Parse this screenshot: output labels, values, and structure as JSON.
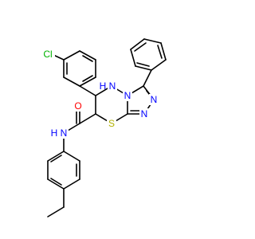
{
  "molecule": {
    "colors": {
      "bond": "#000000",
      "C": "#000000",
      "N": "#0000FF",
      "S": "#B2B200",
      "O": "#FF0000",
      "Cl": "#00B200"
    },
    "labels": {
      "cl": "Cl",
      "nh_ring": "N",
      "h_ring": "H",
      "n_fused": "N",
      "n_a": "N",
      "n_b": "N",
      "s": "S",
      "o": "O",
      "nh_amide": "N",
      "h_amide": "H"
    }
  }
}
